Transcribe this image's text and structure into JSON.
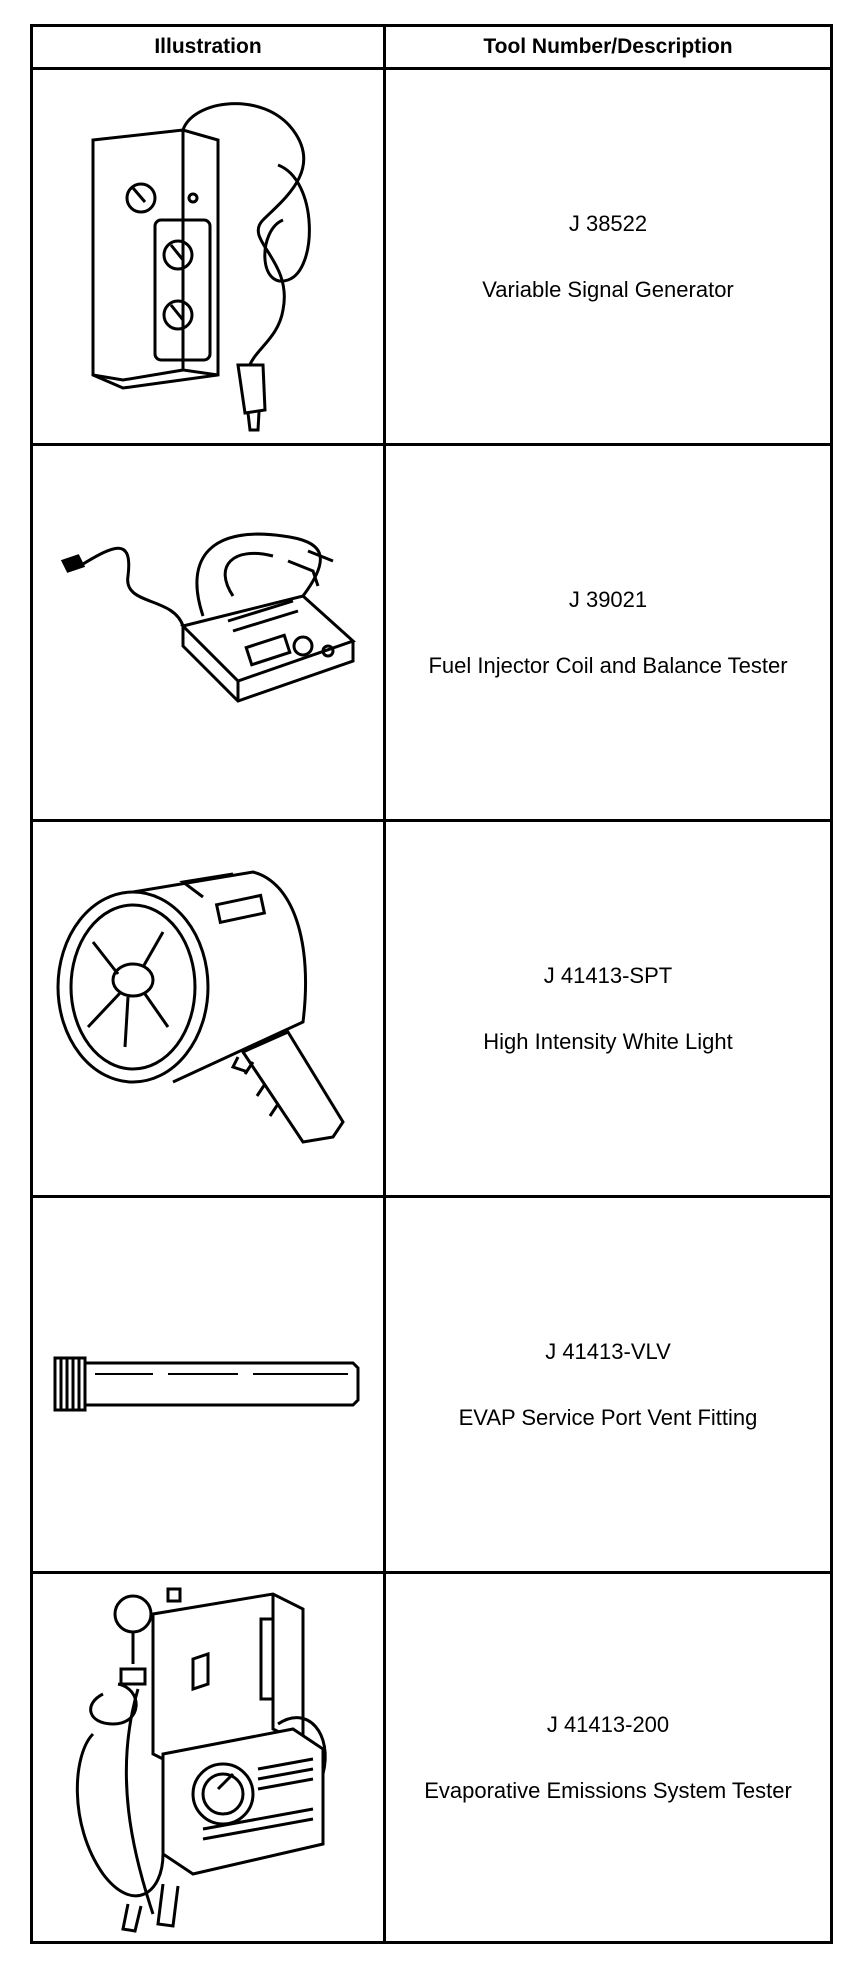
{
  "header": {
    "col_illustration": "Illustration",
    "col_tool": "Tool Number/Description"
  },
  "tools": [
    {
      "number": "J 38522",
      "description": "Variable Signal Generator",
      "icon": "signal-generator-icon"
    },
    {
      "number": "J 39021",
      "description": "Fuel Injector Coil and Balance Tester",
      "icon": "injector-tester-icon"
    },
    {
      "number": "J 41413-SPT",
      "description": "High Intensity White Light",
      "icon": "spotlight-icon"
    },
    {
      "number": "J 41413-VLV",
      "description": "EVAP Service Port Vent Fitting",
      "icon": "vent-fitting-icon"
    },
    {
      "number": "J 41413-200",
      "description": "Evaporative Emissions System Tester",
      "icon": "evap-tester-icon"
    }
  ]
}
